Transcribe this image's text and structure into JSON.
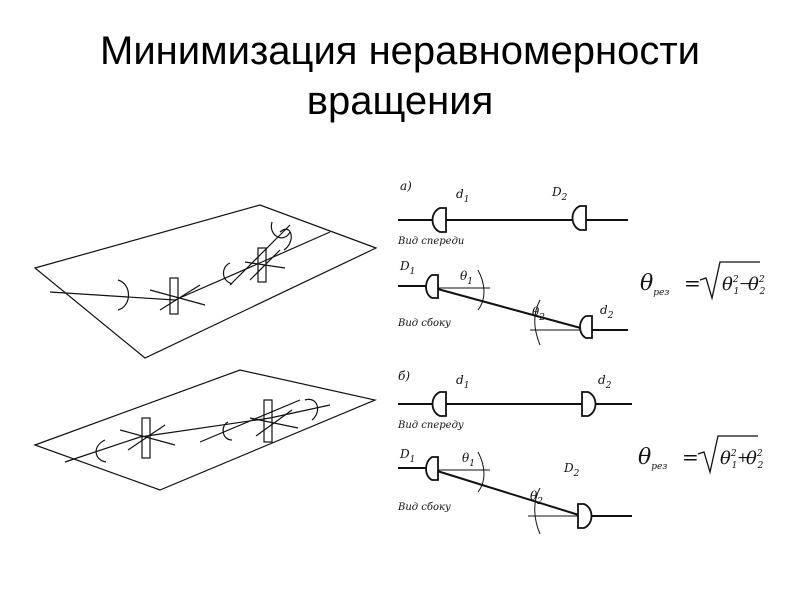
{
  "slide": {
    "title_line1": "Минимизация неравномерности",
    "title_line2": "вращения"
  },
  "diagram": {
    "case_a": {
      "marker": "а)",
      "front_caption": "Вид спереди",
      "side_caption": "Вид сбоку",
      "joint1_front": "d",
      "joint1_front_sub": "1",
      "joint2_front": "D",
      "joint2_front_sub": "2",
      "joint1_side": "D",
      "joint1_side_sub": "1",
      "joint2_side": "d",
      "joint2_side_sub": "2",
      "angle1": "θ",
      "angle1_sub": "1",
      "angle2": "θ",
      "angle2_sub": "2"
    },
    "case_b": {
      "marker": "б)",
      "front_caption": "Вид спереду",
      "side_caption": "Вид сбоку",
      "joint1_front": "d",
      "joint1_front_sub": "1",
      "joint2_front": "d",
      "joint2_front_sub": "2",
      "joint1_side": "D",
      "joint1_side_sub": "1",
      "joint2_side": "D",
      "joint2_side_sub": "2",
      "angle1": "θ",
      "angle1_sub": "1",
      "angle2": "θ",
      "angle2_sub": "2"
    },
    "formula_a": {
      "lhs": "θ",
      "lhs_sub": "рез",
      "eq": "=",
      "t1": "θ",
      "t1_sub": "1",
      "t1_sup": "2",
      "op": "−",
      "t2": "θ",
      "t2_sub": "2",
      "t2_sup": "2"
    },
    "formula_b": {
      "lhs": "θ",
      "lhs_sub": "рез",
      "eq": "=",
      "t1": "θ",
      "t1_sub": "1",
      "t1_sup": "2",
      "op": "+",
      "t2": "θ",
      "t2_sub": "2",
      "t2_sup": "2"
    }
  }
}
